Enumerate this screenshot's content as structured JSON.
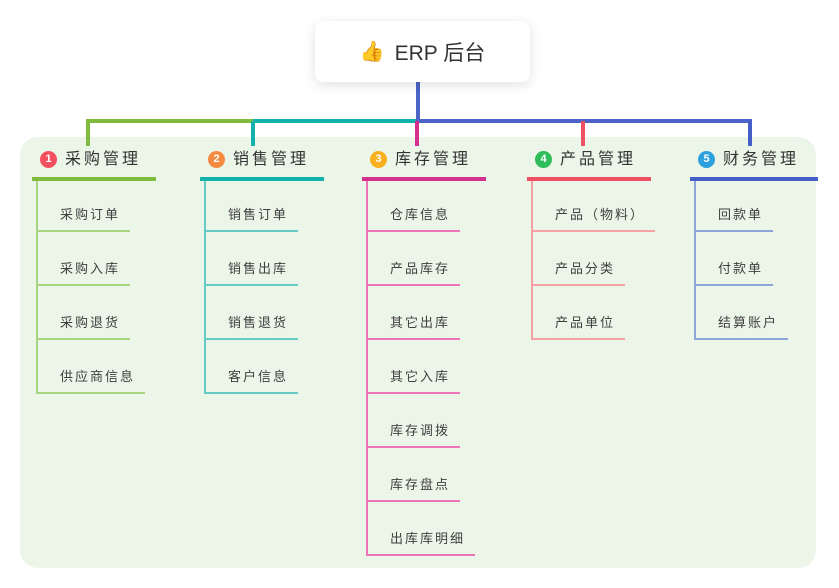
{
  "root": {
    "icon": "👍",
    "label": "ERP 后台"
  },
  "colors": {
    "canvas_bg": "#ffffff",
    "panel_bg": "#ecf6e8",
    "stem": "#4c63c8",
    "header_text": "#333333",
    "leaf_text": "#3f3f3f"
  },
  "branches": [
    {
      "num": "1",
      "label": "采购管理",
      "color": "#7fbc3e",
      "badge_color": "#f3505f",
      "leaf_color": "#a8d482",
      "children": [
        "采购订单",
        "采购入库",
        "采购退货",
        "供应商信息"
      ]
    },
    {
      "num": "2",
      "label": "销售管理",
      "color": "#12b1ac",
      "badge_color": "#f68a41",
      "leaf_color": "#67cbc5",
      "children": [
        "销售订单",
        "销售出库",
        "销售退货",
        "客户信息"
      ]
    },
    {
      "num": "3",
      "label": "库存管理",
      "color": "#d3308f",
      "badge_color": "#f9b01e",
      "leaf_color": "#ee74b7",
      "children": [
        "仓库信息",
        "产品库存",
        "其它出库",
        "其它入库",
        "库存调拨",
        "库存盘点",
        "出库库明细"
      ]
    },
    {
      "num": "4",
      "label": "产品管理",
      "color": "#f05063",
      "badge_color": "#2ebd5a",
      "leaf_color": "#f5a0a3",
      "children": [
        "产品（物料）",
        "产品分类",
        "产品单位"
      ]
    },
    {
      "num": "5",
      "label": "财务管理",
      "color": "#4460c6",
      "badge_color": "#2da0de",
      "leaf_color": "#8ba5dc",
      "children": [
        "回款单",
        "付款单",
        "结算账户"
      ]
    }
  ]
}
